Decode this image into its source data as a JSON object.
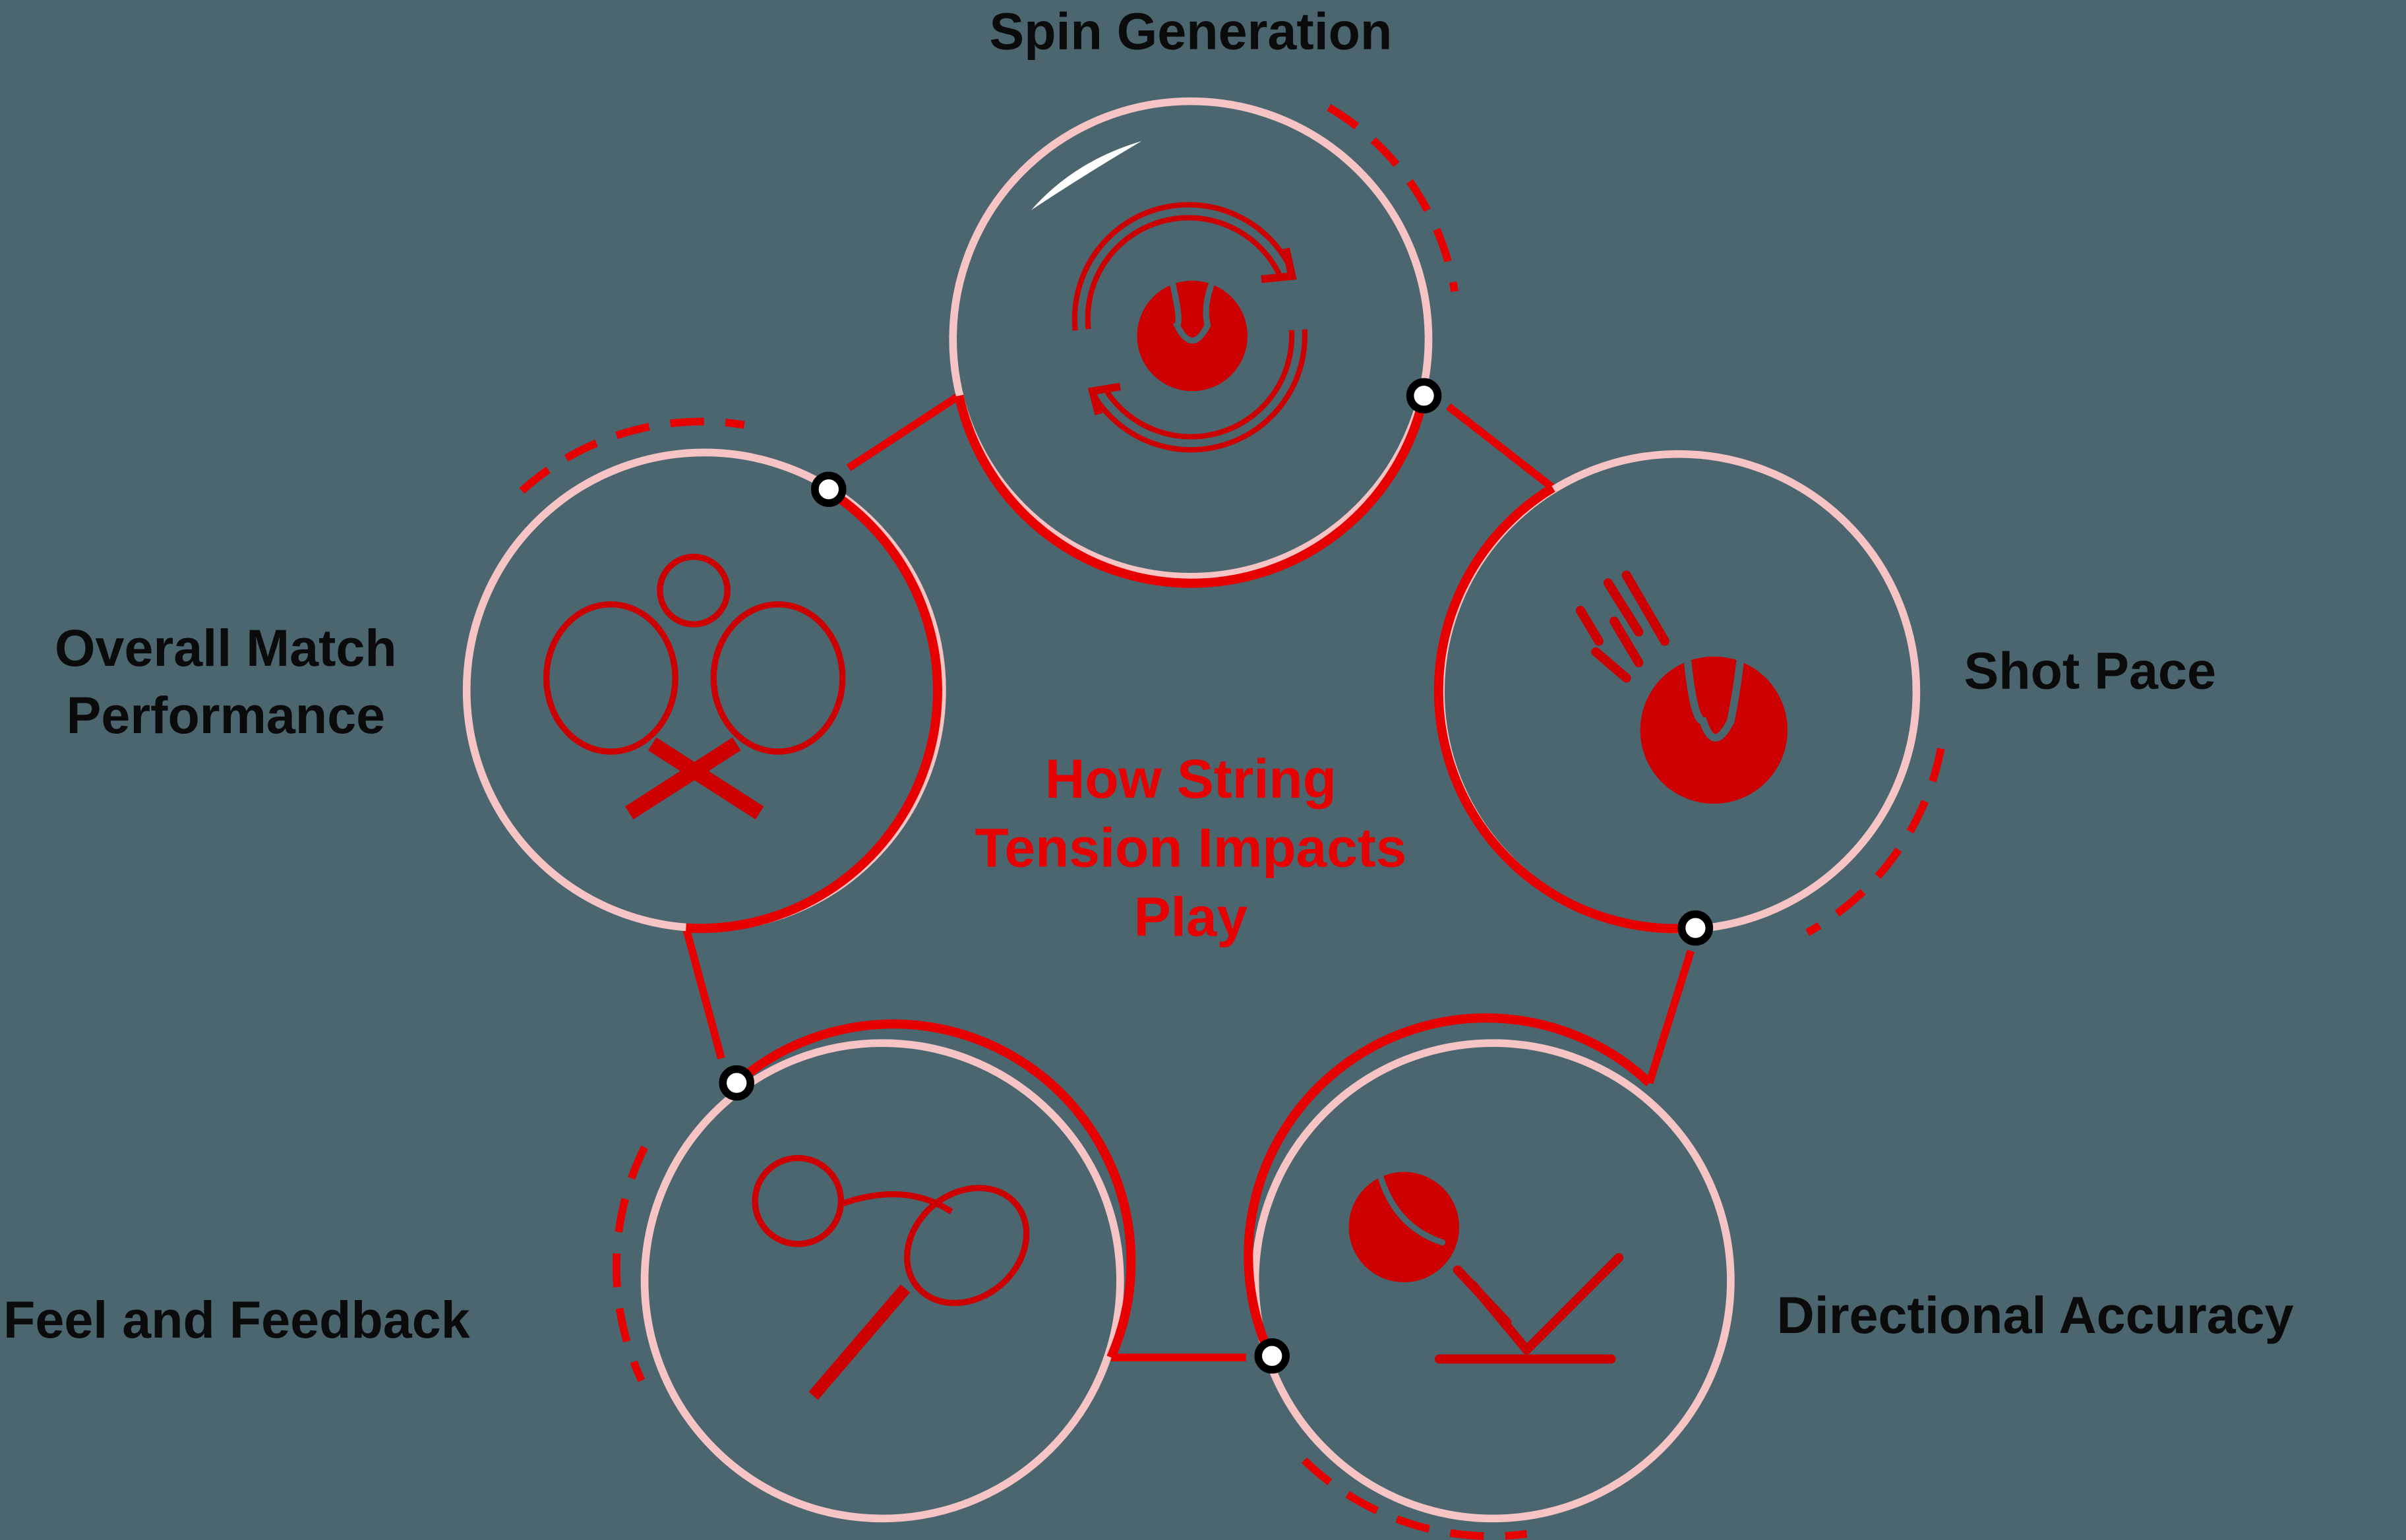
{
  "title": {
    "line1": "How String",
    "line2": "Tension Impacts",
    "line3": "Play"
  },
  "nodes": [
    {
      "label": "Spin Generation",
      "icon": "spin-ball-icon"
    },
    {
      "label": "Shot Pace",
      "icon": "fast-ball-icon"
    },
    {
      "label": "Directional Accuracy",
      "icon": "bounce-angle-icon"
    },
    {
      "label": "Feel and Feedback",
      "icon": "racket-hit-ball-icon"
    },
    {
      "label_line1": "Overall Match",
      "label_line2": "Performance",
      "icon": "crossed-rackets-icon"
    }
  ],
  "colors": {
    "background": "#4c6670",
    "accent": "#e60000",
    "icon": "#cc0000",
    "ring_light": "#f6c4c4",
    "label": "#0b0b0b"
  }
}
